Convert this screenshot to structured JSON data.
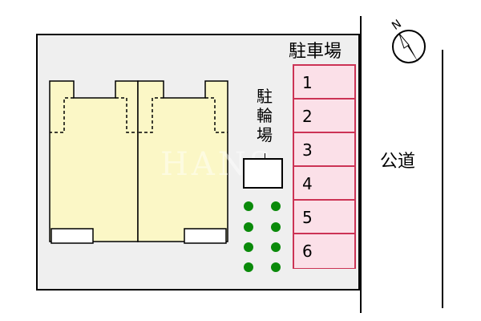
{
  "parking": {
    "title": "駐車場",
    "stalls": [
      "1",
      "2",
      "3",
      "4",
      "5",
      "6"
    ]
  },
  "bicycle_parking": {
    "label": "駐\n輪\n場"
  },
  "road": {
    "label": "公道"
  },
  "compass": {
    "north_label": "N"
  },
  "watermark": {
    "text": "HANS"
  },
  "colors": {
    "building_fill": "#fbf7c6",
    "parking_fill": "#fbe0e8",
    "parking_border": "#cc3355",
    "tree": "#0a8a0a",
    "site_ground": "#efefef"
  },
  "trees_count_note": ""
}
